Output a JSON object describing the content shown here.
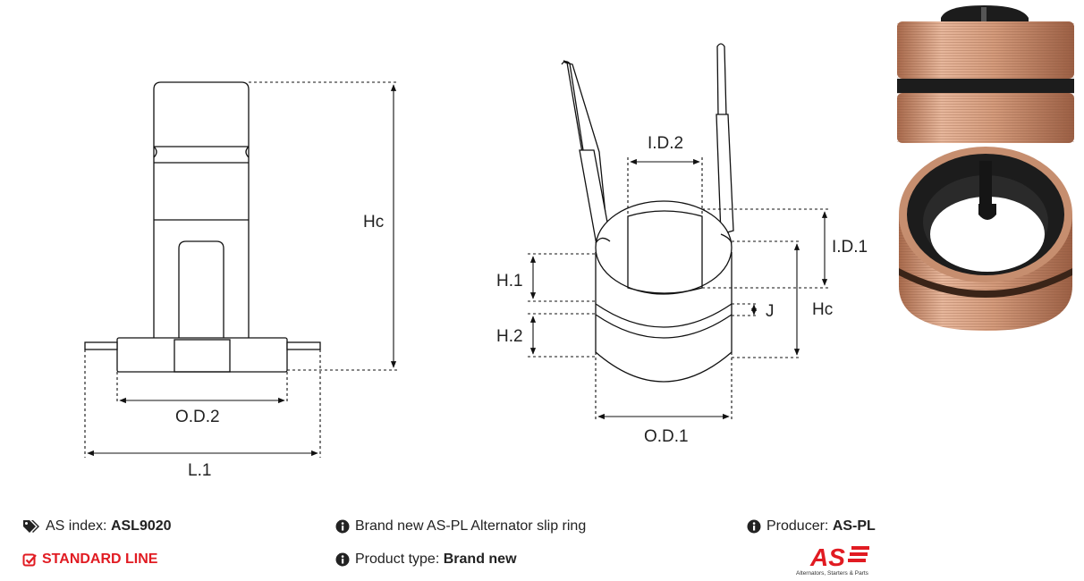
{
  "diagram": {
    "left_view": {
      "labels": {
        "height": "Hc",
        "outer_diameter": "O.D.2",
        "length": "L.1"
      }
    },
    "center_view": {
      "labels": {
        "inner_diameter_2": "I.D.2",
        "inner_diameter_1": "I.D.1",
        "height_1": "H.1",
        "height_2": "H.2",
        "gap": "J",
        "height": "Hc",
        "outer_diameter": "O.D.1"
      }
    }
  },
  "info": {
    "index_label": "AS index:",
    "index_value": "ASL9020",
    "line_label": "STANDARD LINE",
    "description": "Brand new AS-PL Alternator slip ring",
    "product_type_label": "Product type:",
    "product_type_value": "Brand new",
    "producer_label": "Producer:",
    "producer_value": "AS-PL"
  },
  "logo": {
    "text": "AS",
    "tagline": "Alternators, Starters & Parts",
    "color": "#e11b22"
  },
  "colors": {
    "accent": "#e11b22",
    "copper": "#c98c6a",
    "black_part": "#1c1c1c"
  }
}
